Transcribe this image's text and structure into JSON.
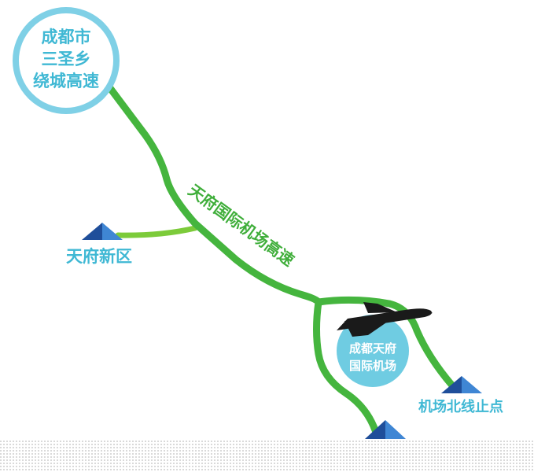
{
  "colors": {
    "main_road": "#45b53e",
    "branch_road": "#7ccb3a",
    "circle_ring": "#7fd0e6",
    "airport_fill": "#6fcce2",
    "label_blue": "#3fb8d4",
    "marker_dark": "#1f4e9a",
    "marker_light": "#3f86d4",
    "plane": "#1a1a1a"
  },
  "start_circle": {
    "line1": "成都市",
    "line2": "三圣乡",
    "line3": "绕城高速"
  },
  "highway_label": "天府国际机场高速",
  "places": {
    "tianfu_new_area": "天府新区",
    "airport_north_line_end": "机场北线止点"
  },
  "airport": {
    "line1": "成都天府",
    "line2": "国际机场",
    "icon": "airplane-icon"
  },
  "icons": [
    "mountain-marker-icon",
    "airplane-icon"
  ]
}
